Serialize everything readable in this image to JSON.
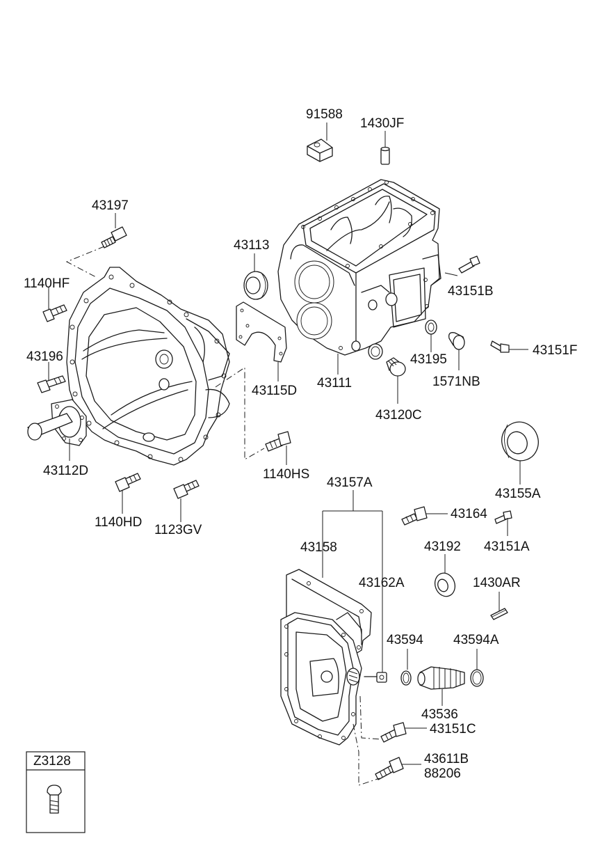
{
  "labels": {
    "p91588": "91588",
    "p1430JF": "1430JF",
    "p43197": "43197",
    "p43113": "43113",
    "p1140HF": "1140HF",
    "p43151B": "43151B",
    "p43196": "43196",
    "p43195": "43195",
    "p43151F": "43151F",
    "p43115D": "43115D",
    "p43111": "43111",
    "p1571NB": "1571NB",
    "p43120C": "43120C",
    "p43112D": "43112D",
    "p1140HS": "1140HS",
    "p43157A": "43157A",
    "p43155A": "43155A",
    "p1140HD": "1140HD",
    "p1123GV": "1123GV",
    "p43164": "43164",
    "p43151A": "43151A",
    "p43158": "43158",
    "p43192": "43192",
    "p43162A": "43162A",
    "p1430AR": "1430AR",
    "p43594": "43594",
    "p43594A": "43594A",
    "p43536": "43536",
    "p43151C": "43151C",
    "p43611B": "43611B",
    "p88206": "88206",
    "legend_code": "Z3128"
  },
  "colors": {
    "line": "#1a1a1a",
    "background": "#ffffff"
  }
}
